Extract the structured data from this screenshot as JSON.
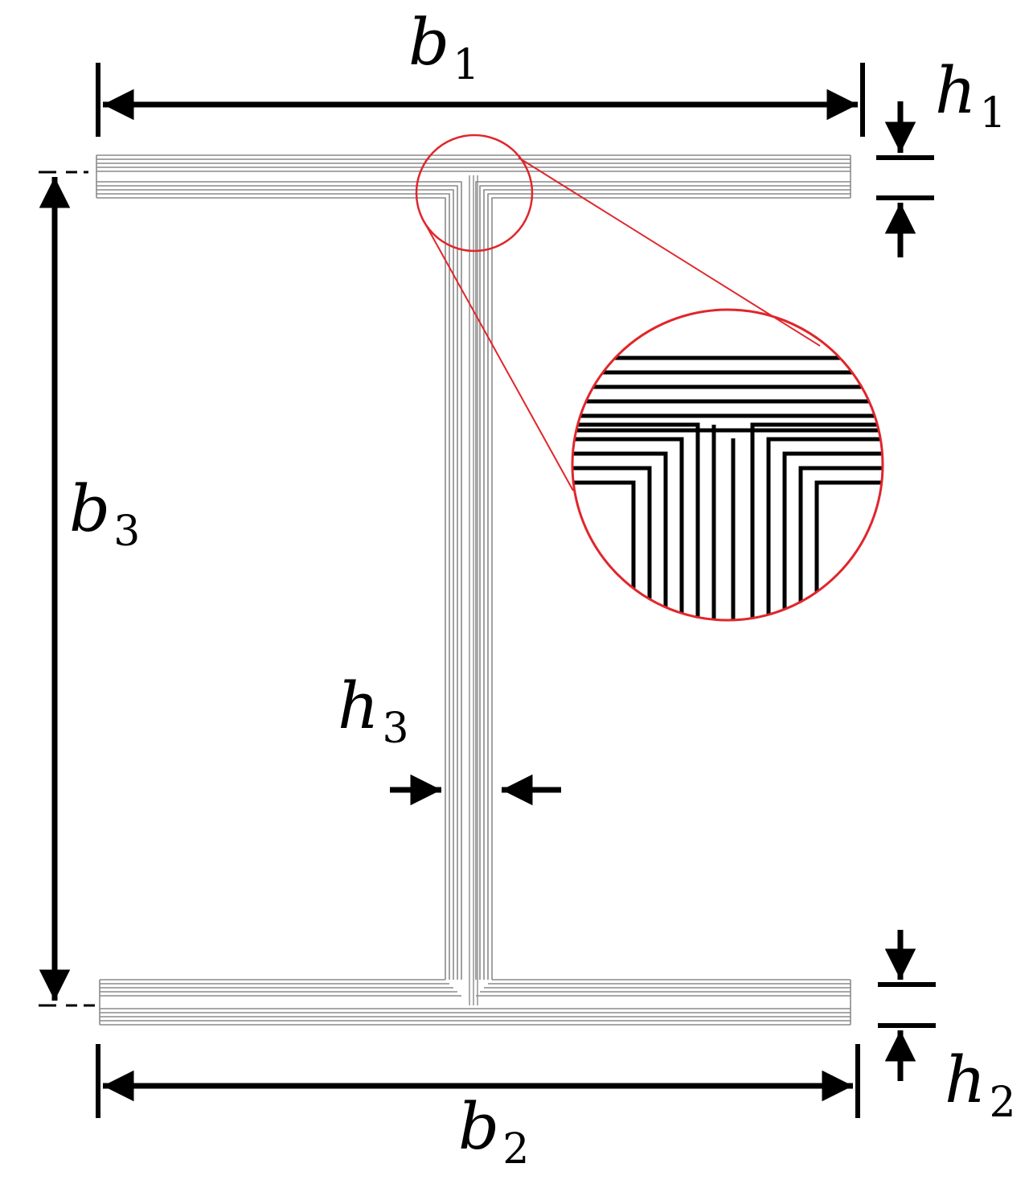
{
  "labels": {
    "b1": {
      "main": "b",
      "sub": "1"
    },
    "b2": {
      "main": "b",
      "sub": "2"
    },
    "b3": {
      "main": "b",
      "sub": "3"
    },
    "h1": {
      "main": "h",
      "sub": "1"
    },
    "h2": {
      "main": "h",
      "sub": "2"
    },
    "h3": {
      "main": "h",
      "sub": "3"
    }
  },
  "colors": {
    "laminate": "#8a8a8a",
    "magnifier": "#e0262b",
    "dimension": "#000000"
  }
}
